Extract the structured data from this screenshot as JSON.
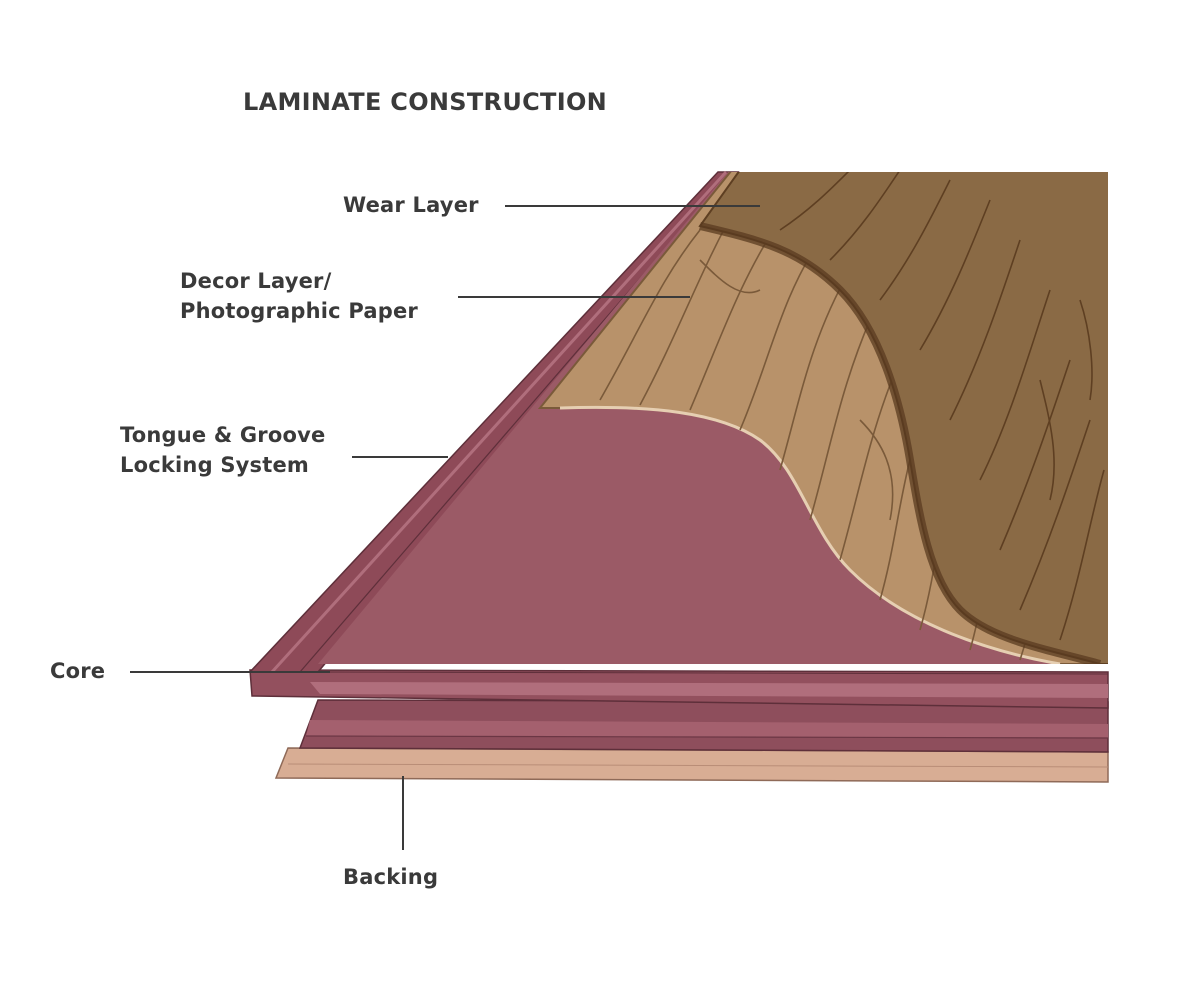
{
  "title": "LAMINATE CONSTRUCTION",
  "labels": {
    "wear_layer": "Wear Layer",
    "decor_layer_line1": "Decor Layer/",
    "decor_layer_line2": "Photographic Paper",
    "tongue_groove_line1": "Tongue & Groove",
    "tongue_groove_line2": "Locking System",
    "core": "Core",
    "backing": "Backing"
  },
  "colors": {
    "text": "#3a3a3a",
    "leader": "#3a3a3a",
    "core": "#9b5a66",
    "core_dark": "#7e4452",
    "decor_wood": "#b8926a",
    "wear_wood": "#8a6a45",
    "backing": "#d8ad94"
  }
}
